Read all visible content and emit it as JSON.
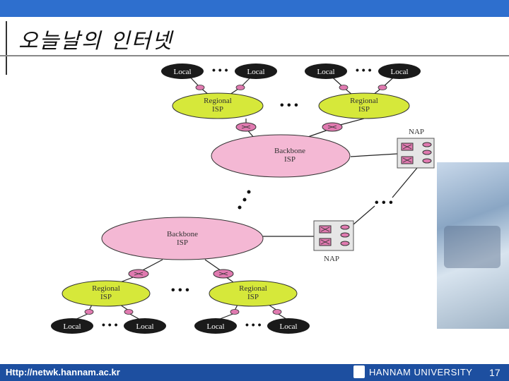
{
  "slide": {
    "title": "오늘날의 인터넷",
    "footer_url": "Http://netwk.hannam.ac.kr",
    "footer_university": "HANNAM UNIVERSITY",
    "page_number": "17"
  },
  "diagram": {
    "local_label": "Local",
    "regional_label_line1": "Regional",
    "regional_label_line2": "ISP",
    "backbone_label_line1": "Backbone",
    "backbone_label_line2": "ISP",
    "nap_label": "NAP",
    "ellipsis": "• • •",
    "colors": {
      "local": "#1a1a1a",
      "regional": "#d6e83a",
      "backbone": "#f4b8d4",
      "router": "#e07ab0"
    }
  }
}
